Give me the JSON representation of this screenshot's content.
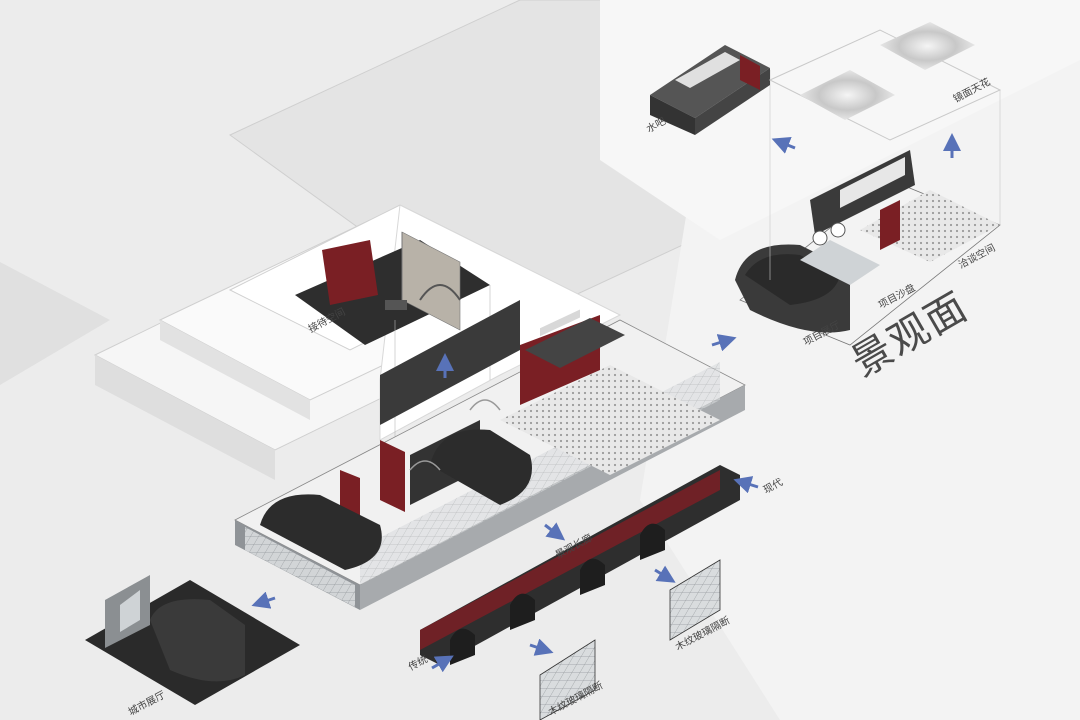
{
  "title": "景观面",
  "labels": {
    "reception_space": "接待空间",
    "water_bar": "水吧",
    "lighting_ceiling": "镜面天花",
    "project_hall": "项目展厅",
    "project_sandtable": "项目沙盘",
    "negotiation_space": "洽谈空间",
    "landscape_corridor": "景观长廊",
    "modern": "现代",
    "tradition": "传统",
    "wood_grille_1": "木纹玻璃隔断",
    "wood_grille_2": "木纹玻璃隔断",
    "vr_hall": "城市展厅"
  },
  "colors": {
    "background": "#ececec",
    "floor_white": "#f4f4f4",
    "dark_wall": "#3a3a3a",
    "accent_red": "#7a1f24",
    "glass": "#cfd3d6",
    "arrow_blue": "#5872b8"
  }
}
